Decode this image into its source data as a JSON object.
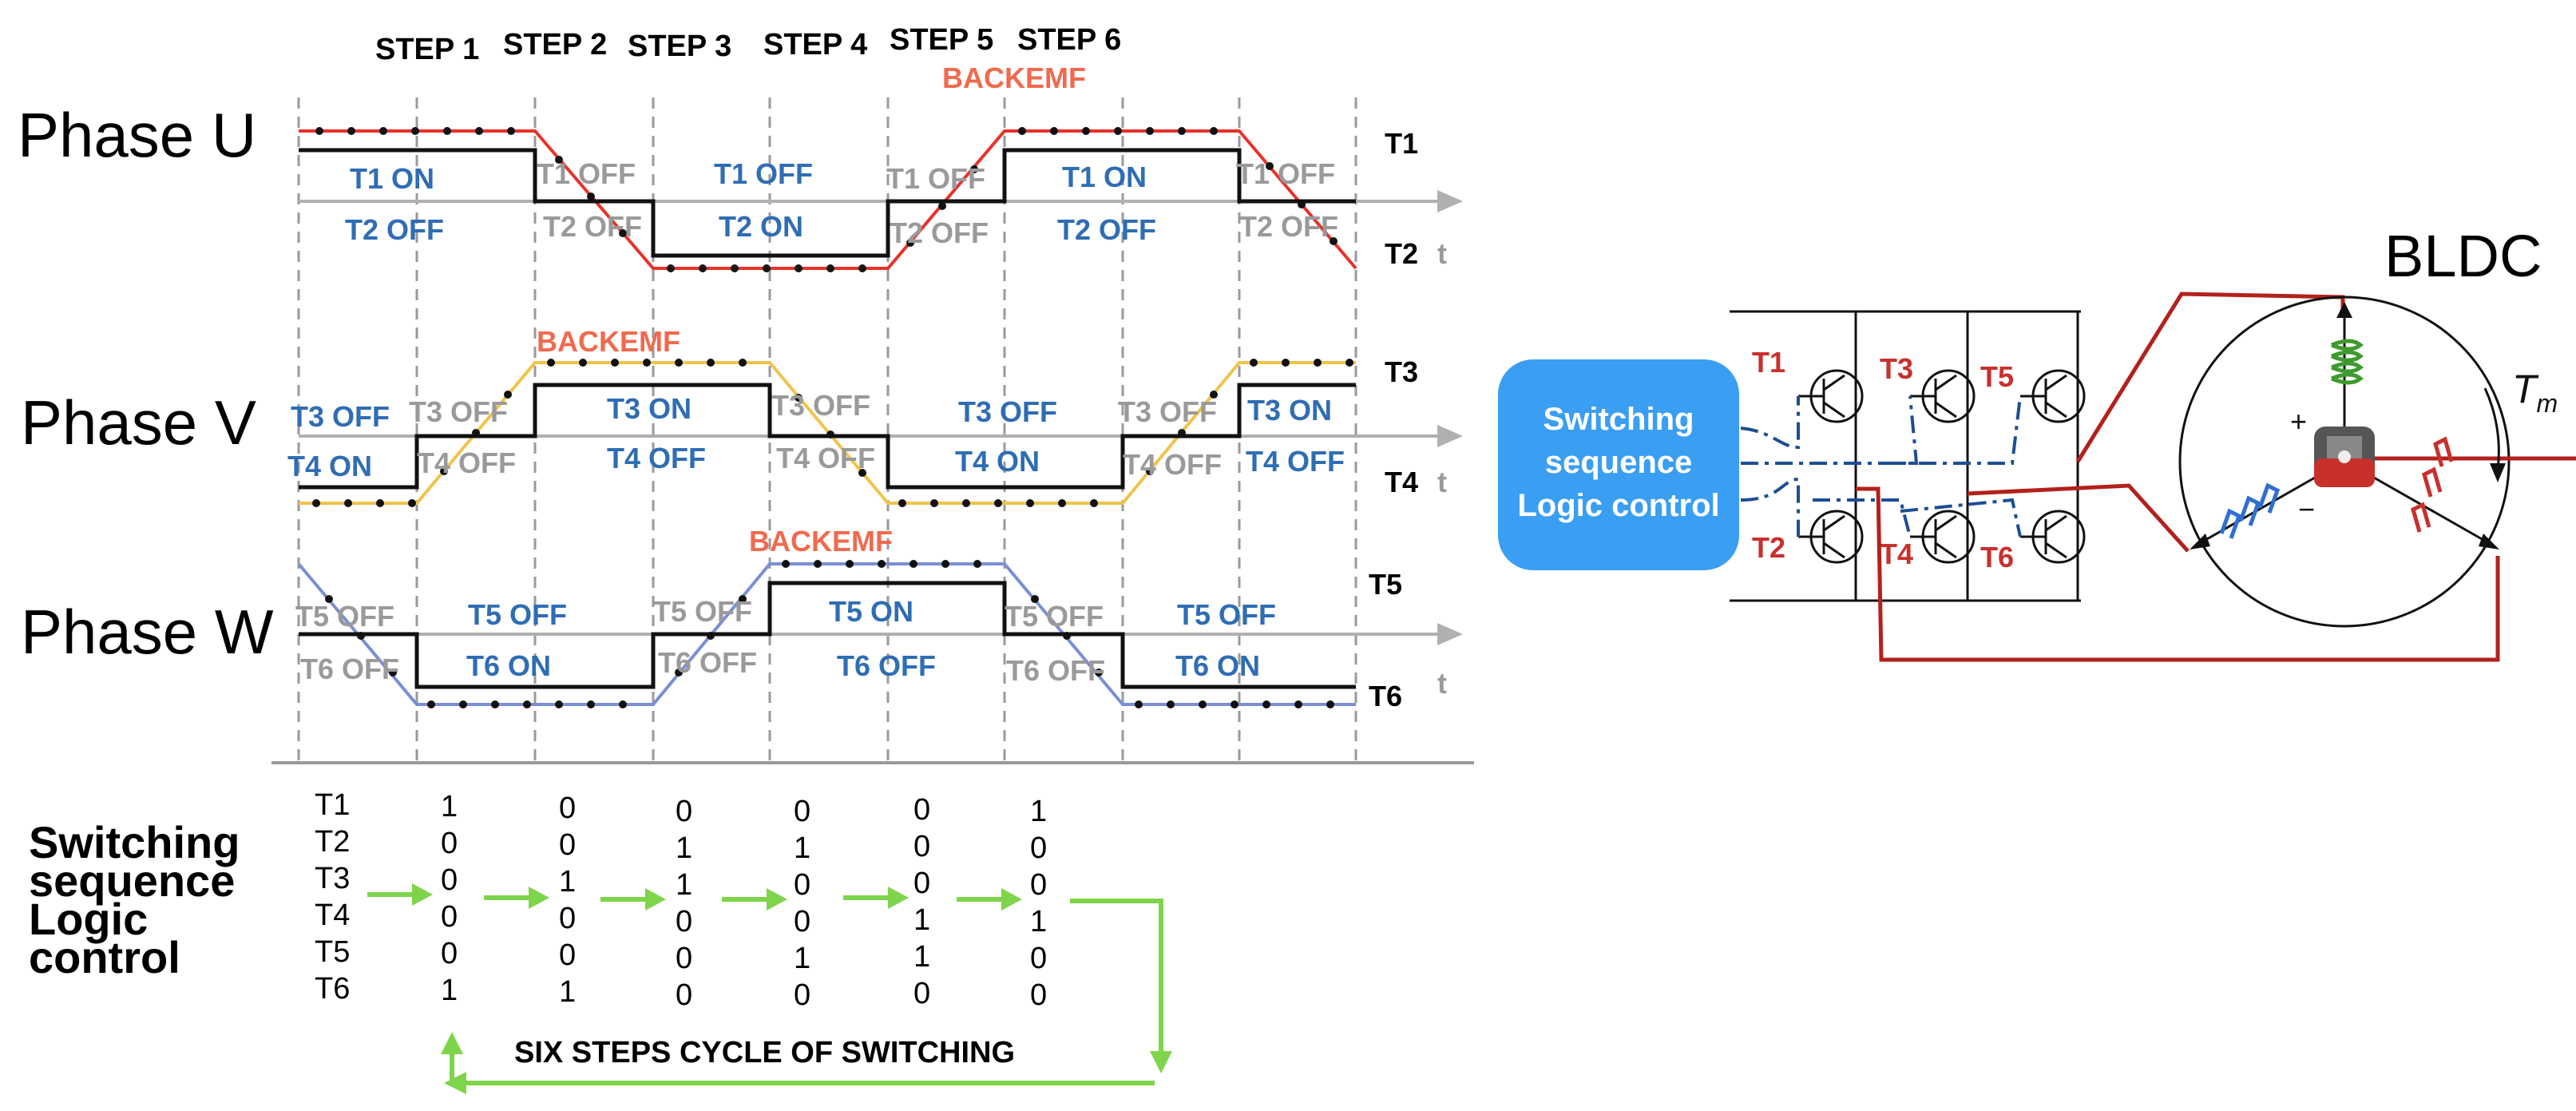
{
  "steps": [
    "STEP 1",
    "STEP 2",
    "STEP 3",
    "STEP 4",
    "STEP 5",
    "STEP 6"
  ],
  "backemf_label": "BACKEMF",
  "axis_t": "t",
  "phases": [
    {
      "title": "Phase U",
      "top_label": "T1",
      "bottom_label": "T2",
      "upper_states": [
        "T1 ON",
        "T1 OFF",
        "T1 OFF",
        "T1 OFF",
        "T1 ON",
        "T1 OFF"
      ],
      "lower_states": [
        "T2 OFF",
        "T2 OFF",
        "T2 ON",
        "T2 OFF",
        "T2 OFF",
        "T2 OFF"
      ]
    },
    {
      "title": "Phase V",
      "top_label": "T3",
      "bottom_label": "T4",
      "upper_states": [
        "T3 OFF",
        "T3 OFF",
        "T3 ON",
        "T3 OFF",
        "T3 OFF",
        "T3 OFF",
        "T3 ON"
      ],
      "lower_states": [
        "T4 ON",
        "T4 OFF",
        "T4 OFF",
        "T4 OFF",
        "T4 ON",
        "T4 OFF",
        "T4 OFF"
      ]
    },
    {
      "title": "Phase W",
      "top_label": "T5",
      "bottom_label": "T6",
      "upper_states": [
        "T5 OFF",
        "T5 OFF",
        "T5 OFF",
        "T5 ON",
        "T5 OFF",
        "T5 OFF"
      ],
      "lower_states": [
        "T6 OFF",
        "T6 ON",
        "T6 OFF",
        "T6 OFF",
        "T6 OFF",
        "T6 ON"
      ]
    }
  ],
  "sequence": {
    "title_lines": [
      "Switching",
      "sequence",
      "Logic",
      "control"
    ],
    "rows": [
      "T1",
      "T2",
      "T3",
      "T4",
      "T5",
      "T6"
    ],
    "columns": [
      [
        "1",
        "0",
        "0",
        "0",
        "0",
        "1"
      ],
      [
        "0",
        "0",
        "1",
        "0",
        "0",
        "1"
      ],
      [
        "0",
        "1",
        "1",
        "0",
        "0",
        "0"
      ],
      [
        "0",
        "1",
        "0",
        "0",
        "1",
        "0"
      ],
      [
        "0",
        "0",
        "0",
        "1",
        "1",
        "0"
      ],
      [
        "1",
        "0",
        "0",
        "1",
        "0",
        "0"
      ]
    ],
    "cycle_label": "SIX STEPS CYCLE OF SWITCHING"
  },
  "circuit": {
    "control_lines": [
      "Switching",
      "sequence",
      "Logic control"
    ],
    "transistors": [
      "T1",
      "T2",
      "T3",
      "T4",
      "T5",
      "T6"
    ],
    "motor_label": "BLDC",
    "torque_symbol": "T",
    "torque_subscript": "m",
    "plus_sign": "+",
    "minus_sign": "−"
  },
  "colors": {
    "phase_u_trace": "#e8322a",
    "phase_v_trace": "#f0c34a",
    "phase_w_trace": "#7b8fd4",
    "state_on": "#2f6db4",
    "state_off": "#9a9a9a",
    "backemf": "#f06a4e",
    "arrow_green": "#7ed54b",
    "control_box": "#3a9ef2",
    "circuit_red": "#b3211c",
    "circuit_blue": "#1c4e94",
    "coil_green": "#3f9a2e",
    "coil_blue": "#2f6fd0",
    "coil_red": "#c8302c"
  }
}
